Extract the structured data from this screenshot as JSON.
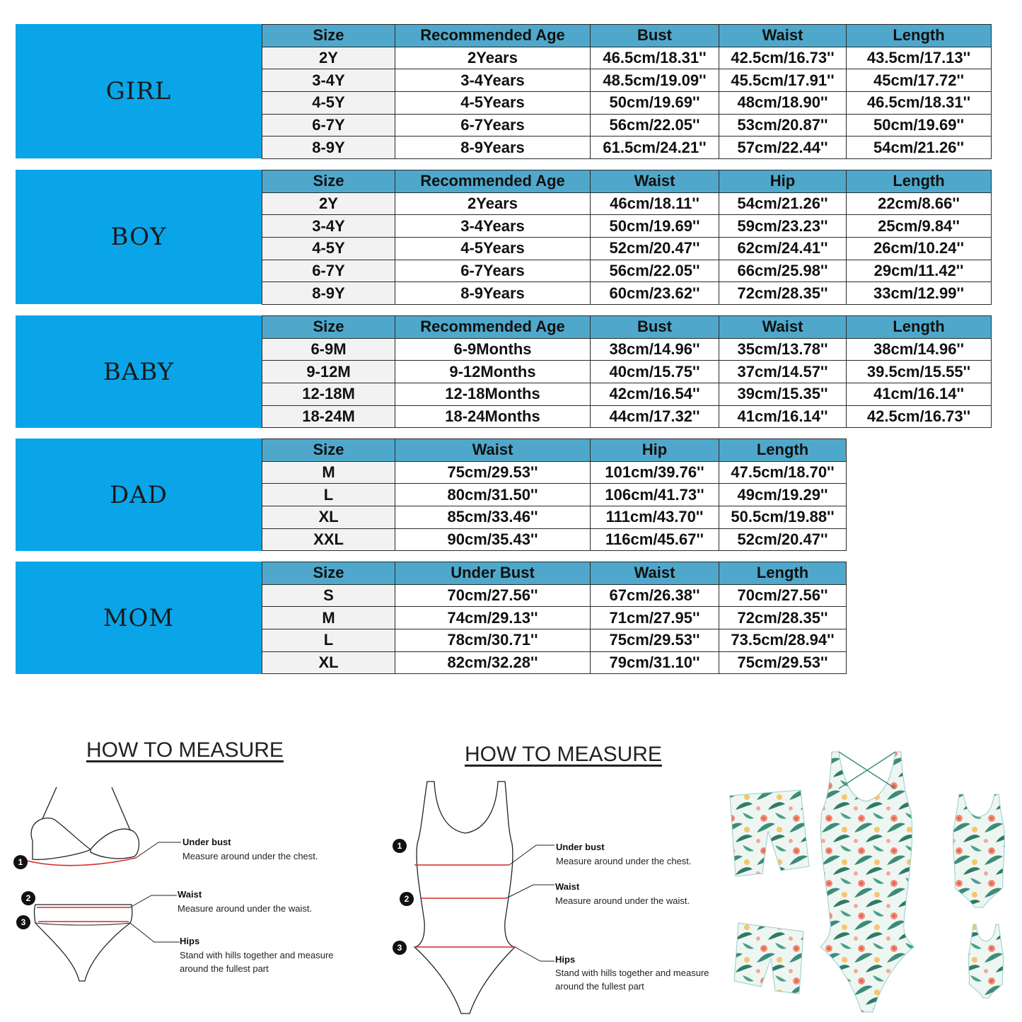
{
  "sections": [
    {
      "label": "GIRL",
      "headers": [
        "Size",
        "Recommended Age",
        "Bust",
        "Waist",
        "Length"
      ],
      "rows": [
        [
          "2Y",
          "2Years",
          "46.5cm/18.31''",
          "42.5cm/16.73''",
          "43.5cm/17.13''"
        ],
        [
          "3-4Y",
          "3-4Years",
          "48.5cm/19.09''",
          "45.5cm/17.91''",
          "45cm/17.72''"
        ],
        [
          "4-5Y",
          "4-5Years",
          "50cm/19.69''",
          "48cm/18.90''",
          "46.5cm/18.31''"
        ],
        [
          "6-7Y",
          "6-7Years",
          "56cm/22.05''",
          "53cm/20.87''",
          "50cm/19.69''"
        ],
        [
          "8-9Y",
          "8-9Years",
          "61.5cm/24.21''",
          "57cm/22.44''",
          "54cm/21.26''"
        ]
      ]
    },
    {
      "label": "BOY",
      "headers": [
        "Size",
        "Recommended Age",
        "Waist",
        "Hip",
        "Length"
      ],
      "rows": [
        [
          "2Y",
          "2Years",
          "46cm/18.11''",
          "54cm/21.26''",
          "22cm/8.66''"
        ],
        [
          "3-4Y",
          "3-4Years",
          "50cm/19.69''",
          "59cm/23.23''",
          "25cm/9.84''"
        ],
        [
          "4-5Y",
          "4-5Years",
          "52cm/20.47''",
          "62cm/24.41''",
          "26cm/10.24''"
        ],
        [
          "6-7Y",
          "6-7Years",
          "56cm/22.05''",
          "66cm/25.98''",
          "29cm/11.42''"
        ],
        [
          "8-9Y",
          "8-9Years",
          "60cm/23.62''",
          "72cm/28.35''",
          "33cm/12.99''"
        ]
      ]
    },
    {
      "label": "BABY",
      "headers": [
        "Size",
        "Recommended Age",
        "Bust",
        "Waist",
        "Length"
      ],
      "rows": [
        [
          "6-9M",
          "6-9Months",
          "38cm/14.96''",
          "35cm/13.78''",
          "38cm/14.96''"
        ],
        [
          "9-12M",
          "9-12Months",
          "40cm/15.75''",
          "37cm/14.57''",
          "39.5cm/15.55''"
        ],
        [
          "12-18M",
          "12-18Months",
          "42cm/16.54''",
          "39cm/15.35''",
          "41cm/16.14''"
        ],
        [
          "18-24M",
          "18-24Months",
          "44cm/17.32''",
          "41cm/16.14''",
          "42.5cm/16.73''"
        ]
      ]
    },
    {
      "label": "DAD",
      "headers": [
        "Size",
        "Waist",
        "Hip",
        "Length"
      ],
      "rows": [
        [
          "M",
          "75cm/29.53''",
          "101cm/39.76''",
          "47.5cm/18.70''"
        ],
        [
          "L",
          "80cm/31.50''",
          "106cm/41.73''",
          "49cm/19.29''"
        ],
        [
          "XL",
          "85cm/33.46''",
          "111cm/43.70''",
          "50.5cm/19.88''"
        ],
        [
          "XXL",
          "90cm/35.43''",
          "116cm/45.67''",
          "52cm/20.47''"
        ]
      ]
    },
    {
      "label": "MOM",
      "headers": [
        "Size",
        "Under Bust",
        "Waist",
        "Length"
      ],
      "rows": [
        [
          "S",
          "70cm/27.56''",
          "67cm/26.38''",
          "70cm/27.56''"
        ],
        [
          "M",
          "74cm/29.13''",
          "71cm/27.95''",
          "72cm/28.35''"
        ],
        [
          "L",
          "78cm/30.71''",
          "75cm/29.53''",
          "73.5cm/28.94''"
        ],
        [
          "XL",
          "82cm/32.28''",
          "79cm/31.10''",
          "75cm/29.53''"
        ]
      ]
    }
  ],
  "measure_left": {
    "title": "HOW TO MEASURE",
    "items": [
      {
        "num": "1",
        "head": "Under bust",
        "desc": "Measure around under the chest."
      },
      {
        "num": "2",
        "head": "Waist",
        "desc": "Measure around under the waist."
      },
      {
        "num": "3",
        "head": "Hips",
        "desc": "Stand with hills together and measure around  the fullest part"
      }
    ]
  },
  "measure_right": {
    "title": "HOW TO MEASURE",
    "items": [
      {
        "num": "1",
        "head": "Under bust",
        "desc": "Measure around under the chest."
      },
      {
        "num": "2",
        "head": "Waist",
        "desc": "Measure around under the waist."
      },
      {
        "num": "3",
        "head": "Hips",
        "desc": "Stand with hills together and measure around  the fullest part"
      }
    ]
  },
  "colors": {
    "label_blue": "#0aa5e8",
    "header_blue": "#4fa8cb",
    "measure_line": "#d42a2a",
    "print_green": "#3c8c78",
    "print_pink": "#f08c78"
  }
}
